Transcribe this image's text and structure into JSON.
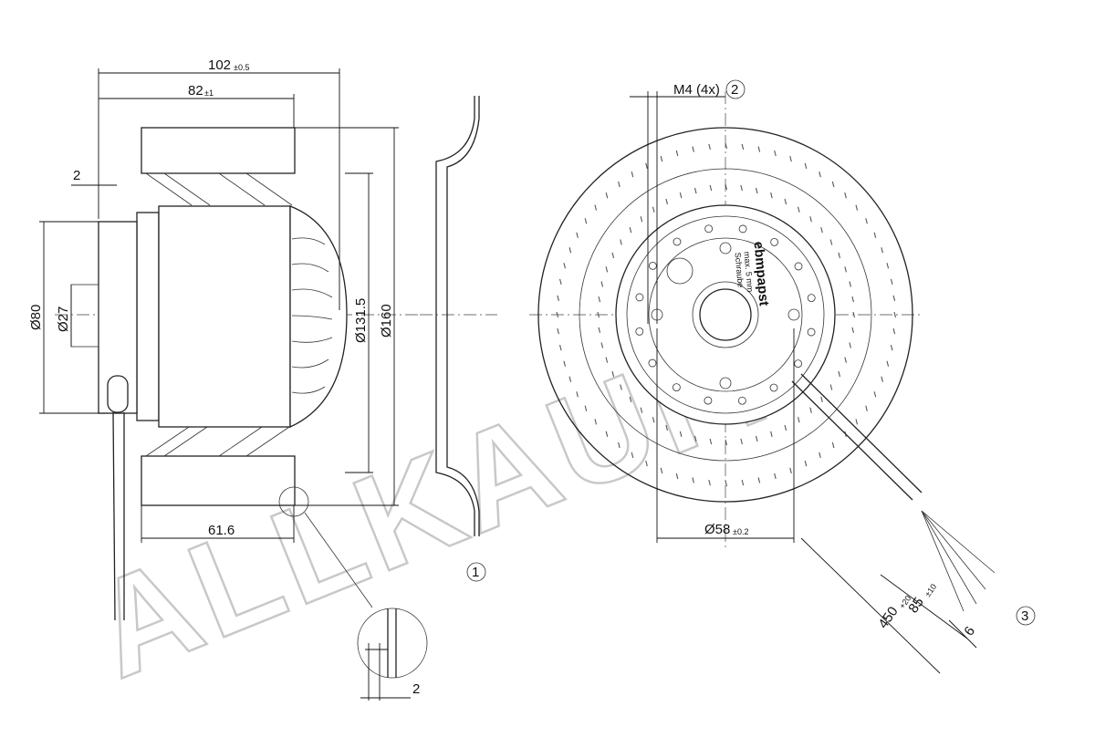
{
  "drawing": {
    "dimensions": {
      "overall_length": "102",
      "overall_length_tol": "±0.5",
      "rotor_length": "82",
      "rotor_length_tol": "±1",
      "flange_thickness": "2",
      "dia_80": "Ø80",
      "dia_27": "Ø27",
      "dia_131_5": "Ø131.5",
      "dia_160": "Ø160",
      "offset_61_6": "61.6",
      "dia_58": "Ø58",
      "dia_58_tol": "±0.2",
      "screw_spec": "M4 (4x)",
      "detail_thickness": "2",
      "lead_length": "450",
      "lead_length_tol": "+20",
      "strip_length": "85",
      "strip_length_tol": "±10",
      "bare_end": "6"
    },
    "callouts": {
      "c1": "1",
      "c2": "2",
      "c3": "3"
    },
    "label_text": {
      "brand": "ebmpapst",
      "line1": "max. 5 mm",
      "line2": "Schraube"
    },
    "watermark": "ALLKAUF.",
    "colors": {
      "ink": "#222222",
      "watermark": "#c8c8c8"
    }
  }
}
